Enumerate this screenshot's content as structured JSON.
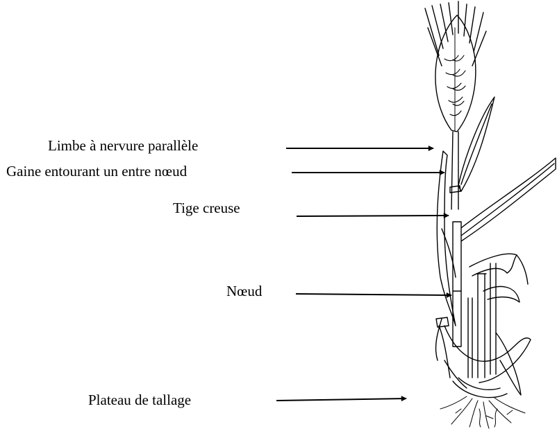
{
  "diagram": {
    "labels": [
      {
        "id": "limbe",
        "text": "Limbe à nervure parallèle"
      },
      {
        "id": "gaine",
        "text": "Gaine entourant un entre nœud"
      },
      {
        "id": "tige",
        "text": "Tige creuse"
      },
      {
        "id": "noeud",
        "text": "Nœud"
      },
      {
        "id": "plateau",
        "text": "Plateau de tallage"
      }
    ],
    "colors": {
      "ink": "#000000",
      "background": "#ffffff"
    }
  }
}
